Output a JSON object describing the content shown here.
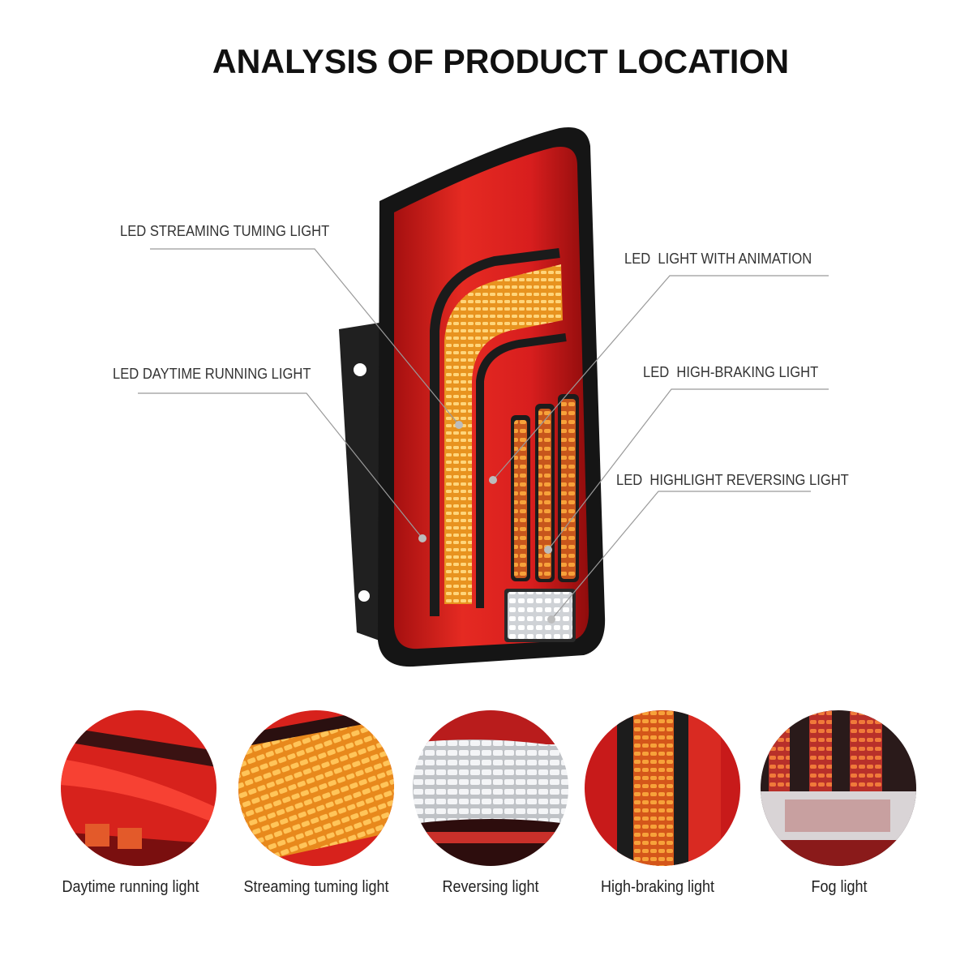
{
  "title": "ANALYSIS OF PRODUCT LOCATION",
  "callouts": {
    "streaming": "LED STREAMING TUMING LIGHT",
    "daytime": "LED DAYTIME RUNNING LIGHT",
    "animation": "LED  LIGHT WITH ANIMATION",
    "braking": "LED  HIGH-BRAKING LIGHT",
    "reversing": "LED  HIGHLIGHT REVERSING LIGHT"
  },
  "details": [
    {
      "caption": "Daytime running light",
      "icon": "daytime-light-closeup"
    },
    {
      "caption": "Streaming tuming light",
      "icon": "turn-signal-closeup"
    },
    {
      "caption": "Reversing light",
      "icon": "reverse-light-closeup"
    },
    {
      "caption": "High-braking light",
      "icon": "brake-light-closeup"
    },
    {
      "caption": "Fog light",
      "icon": "fog-light-closeup"
    }
  ],
  "colors": {
    "housing": "#1a1a1a",
    "lens_red": "#d81e1e",
    "amber": "#f2a33a",
    "reverse_white": "#e8e8ea",
    "leader_line": "#9a9a9a"
  }
}
